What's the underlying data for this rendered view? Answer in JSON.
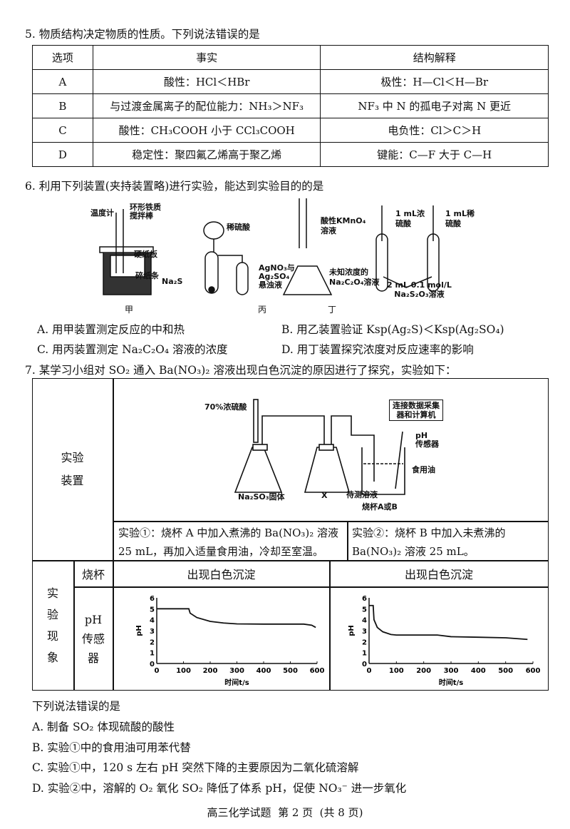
{
  "q5": {
    "title": "5. 物质结构决定物质的性质。下列说法错误的是",
    "headers": [
      "选项",
      "事实",
      "结构解释"
    ],
    "rows": [
      {
        "option": "A",
        "fact": "酸性：HCl＜HBr",
        "explain": "极性：H—Cl＜H—Br"
      },
      {
        "option": "B",
        "fact": "与过渡金属离子的配位能力：NH₃＞NF₃",
        "explain": "NF₃ 中 N 的孤电子对离 N 更近"
      },
      {
        "option": "C",
        "fact": "酸性：CH₃COOH 小于 CCl₃COOH",
        "explain": "电负性：Cl＞C＞H"
      },
      {
        "option": "D",
        "fact": "稳定性：聚四氟乙烯高于聚乙烯",
        "explain": "键能：C—F 大于 C—H"
      }
    ]
  },
  "q6": {
    "title": "6. 利用下列装置(夹持装置略)进行实验，能达到实验目的的是",
    "jia": {
      "caption": "甲",
      "thermometer": "温度计",
      "stirrer": "环形铁质\n搅拌棒",
      "board": "硬纸板",
      "paper": "碎纸条"
    },
    "yi": {
      "acid": "稀硫酸",
      "na2s": "Na₂S",
      "suspension": "AgNO₃与\nAg₂SO₄\n悬浊液"
    },
    "bing": {
      "caption": "丙",
      "kmno4": "酸性KMnO₄\n溶液",
      "unknown": "未知浓度的\nNa₂C₂O₄溶液"
    },
    "ding": {
      "caption": "丁",
      "conc": "1 mL浓\n硫酸",
      "dilute": "1 mL稀\n硫酸",
      "solution": "2 mL 0.1 mol/L\nNa₂S₂O₃溶液"
    },
    "options": [
      "A. 用甲装置测定反应的中和热",
      "B. 用乙装置验证 Ksp(Ag₂S)＜Ksp(Ag₂SO₄)",
      "C. 用丙装置测定 Na₂C₂O₄ 溶液的浓度",
      "D. 用丁装置探究浓度对反应速率的影响"
    ]
  },
  "q7": {
    "title": "7. 某学习小组对 SO₂ 通入 Ba(NO₃)₂ 溶液出现白色沉淀的原因进行了探究，实验如下：",
    "apparatus_label": "实验\n装置",
    "diagram": {
      "acid": "70%浓硫酸",
      "solid": "Na₂SO₃固体",
      "x": "X",
      "computer": "连接数据采集\n器和计算机",
      "sensor": "pH\n传感器",
      "oil": "食用油",
      "test": "待测溶液",
      "beaker": "烧杯A或B"
    },
    "exp1": "实验①：烧杯 A 中加入煮沸的 Ba(NO₃)₂ 溶液 25 mL，再加入适量食用油，冷却至室温。",
    "exp2": "实验②：烧杯 B 中加入未煮沸的 Ba(NO₃)₂ 溶液 25 mL。",
    "phenomenon_label": "实\n验\n现\n象",
    "beaker_label": "烧杯",
    "sensor_label": "pH\n传感\n器",
    "result1": "出现白色沉淀",
    "result2": "出现白色沉淀",
    "question": "下列说法错误的是",
    "options": [
      "A. 制备 SO₂ 体现硫酸的酸性",
      "B. 实验①中的食用油可用苯代替",
      "C. 实验①中，120 s 左右 pH 突然下降的主要原因为二氧化硫溶解",
      "D. 实验②中，溶解的 O₂ 氧化 SO₂ 降低了体系 pH，促使 NO₃⁻ 进一步氧化"
    ]
  },
  "chart_data": [
    {
      "type": "line",
      "xlabel": "时间t/s",
      "ylabel": "pH",
      "xlim": [
        0,
        600
      ],
      "ylim": [
        0,
        6
      ],
      "xticks": [
        "0",
        "100",
        "200",
        "300",
        "400",
        "500",
        "600"
      ],
      "yticks": [
        "0",
        "1",
        "2",
        "3",
        "4",
        "5",
        "6"
      ],
      "x": [
        0,
        120,
        125,
        150,
        200,
        250,
        300,
        400,
        550,
        580,
        595
      ],
      "y": [
        5,
        5,
        4.6,
        4.2,
        3.85,
        3.7,
        3.62,
        3.6,
        3.6,
        3.5,
        3.3
      ]
    },
    {
      "type": "line",
      "xlabel": "时间t/s",
      "ylabel": "pH",
      "xlim": [
        0,
        600
      ],
      "ylim": [
        0,
        6
      ],
      "xticks": [
        "0",
        "100",
        "200",
        "300",
        "400",
        "500",
        "600"
      ],
      "yticks": [
        "0",
        "1",
        "2",
        "3",
        "4",
        "5",
        "6"
      ],
      "x": [
        0,
        15,
        18,
        30,
        50,
        80,
        100,
        250,
        300,
        400,
        500,
        580
      ],
      "y": [
        5.3,
        5.3,
        4.0,
        3.3,
        2.9,
        2.65,
        2.6,
        2.6,
        2.45,
        2.4,
        2.35,
        2.2
      ]
    }
  ],
  "footer": "高三化学试题  第 2 页  (共 8 页)"
}
